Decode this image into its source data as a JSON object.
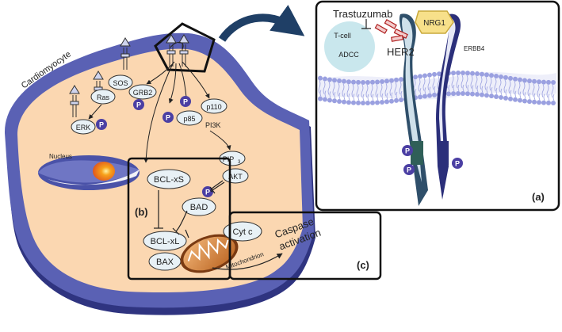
{
  "cell": {
    "title": "Cardiomyocyte",
    "nucleus": "Nucleus"
  },
  "proteins": {
    "sos": "SOS",
    "grb2": "GRB2",
    "ras": "Ras",
    "erk": "ERK",
    "p110": "p110",
    "p85": "p85",
    "pi3k": "PI3K",
    "pip3_main": "PIP",
    "pip3_sub": "3",
    "akt": "AKT",
    "bcl_xs": "BCL-xS",
    "bad": "BAD",
    "bcl_xl": "BCL-xL",
    "bax": "BAX",
    "cyt_c": "Cyt c",
    "mitochondrion": "Mitochondrion",
    "phospho": "P"
  },
  "caspase": {
    "line1": "Caspase",
    "line2": "activation"
  },
  "panel_labels": {
    "a": "(a)",
    "b": "(b)",
    "c": "(c)"
  },
  "inset": {
    "trastuzumab": "Trastuzumab",
    "tcell_line1": "T-cell",
    "tcell_line2": "ADCC",
    "her2": "HER2",
    "nrg1": "NRG1",
    "erbb4": "ERBB4"
  },
  "colors": {
    "cell_border": "#4f55a8",
    "cytoplasm": "#fbd7b1",
    "protein_fill": "#e8f1f6",
    "phospho": "#4b3fa3",
    "lipid_head": "#9aa0e0",
    "tcell": "#bfe3ea",
    "nrg1": "#f7e08a",
    "receptor_dark": "#2f5f58"
  }
}
